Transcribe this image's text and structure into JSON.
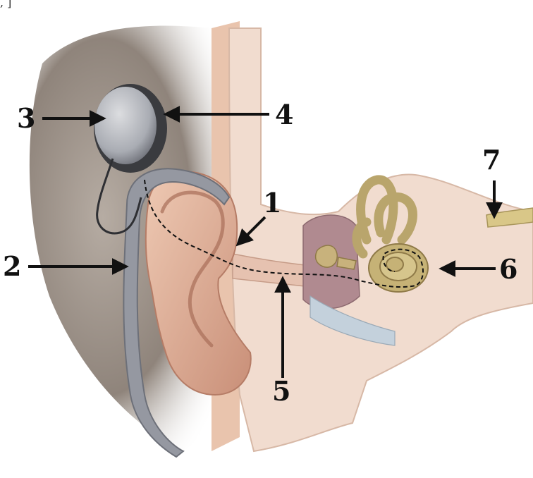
{
  "top_artifact": ", ]",
  "labels": [
    {
      "id": "1",
      "text": "1"
    },
    {
      "id": "2",
      "text": "2"
    },
    {
      "id": "3",
      "text": "3"
    },
    {
      "id": "4",
      "text": "4"
    },
    {
      "id": "5",
      "text": "5"
    },
    {
      "id": "6",
      "text": "6"
    },
    {
      "id": "7",
      "text": "7"
    }
  ],
  "colors": {
    "skin": "#e8bfa6",
    "skin_shadow": "#c98f78",
    "cut_section": "#f1dccf",
    "hair": "#9a8f86",
    "device": "#8d9099",
    "bone": "#c2b27a",
    "nerve": "#d9c788",
    "arrow": "#111111"
  }
}
